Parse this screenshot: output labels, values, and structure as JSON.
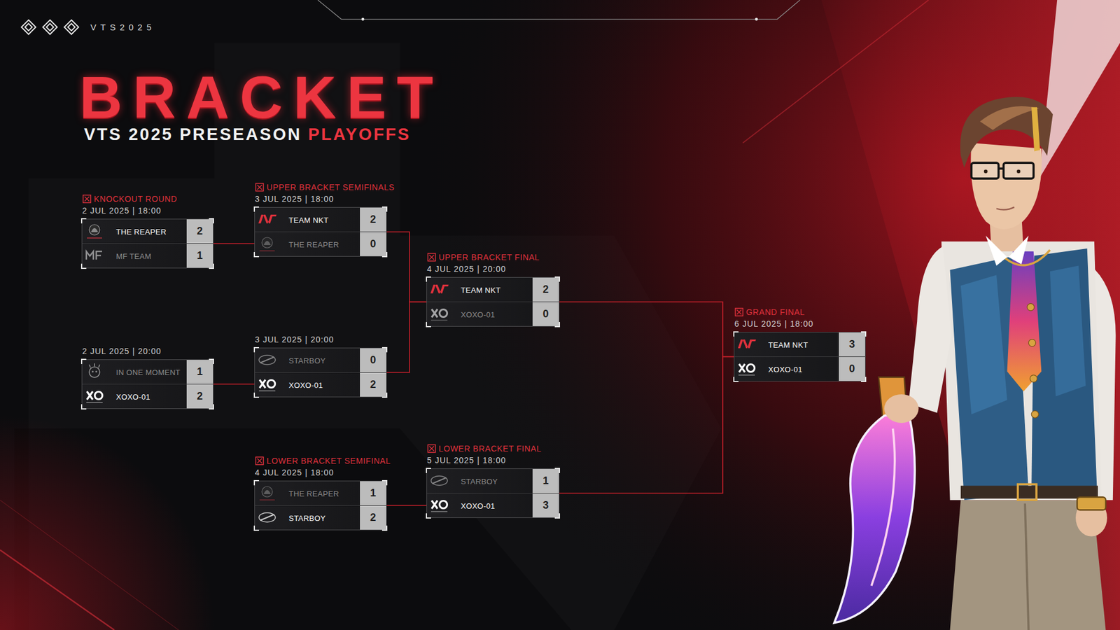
{
  "diagram": {
    "title": "BRACKET",
    "nodes": [
      {
        "text": [
          "KNOCKOUT ROUND",
          "2 JUL 2025 | 18:00"
        ]
      },
      {
        "text": [
          "THE REAPER",
          "2"
        ],
        "in": 0
      },
      {
        "text": [
          "MF TEAM",
          "1"
        ],
        "in": 0
      },
      {
        "text": [
          "2 JUL 2025 | 20:00"
        ]
      },
      {
        "text": [
          "IN ONE MOMENT",
          "1"
        ],
        "in": 3
      },
      {
        "text": [
          "XOXO-01",
          "2"
        ],
        "in": 3
      },
      {
        "text": [
          "UPPER BRACKET SEMIFINALS",
          "3 JUL 2025 | 18:00"
        ]
      },
      {
        "text": [
          "TEAM NKT",
          "2"
        ],
        "in": 6
      },
      {
        "text": [
          "THE REAPER",
          "0"
        ],
        "in": 6
      },
      {
        "text": [
          "3 JUL 2025 | 20:00"
        ]
      },
      {
        "text": [
          "STARBOY",
          "0"
        ],
        "in": 9
      },
      {
        "text": [
          "XOXO-01",
          "2"
        ],
        "in": 9
      },
      {
        "text": [
          "LOWER BRACKET SEMIFINAL",
          "4 JUL 2025 | 18:00"
        ]
      },
      {
        "text": [
          "THE REAPER",
          "1"
        ],
        "in": 12
      },
      {
        "text": [
          "STARBOY",
          "2"
        ],
        "in": 12
      },
      {
        "text": [
          "UPPER BRACKET FINAL",
          "4 JUL 2025 | 20:00"
        ]
      },
      {
        "text": [
          "TEAM NKT",
          "2"
        ],
        "in": 15
      },
      {
        "text": [
          "XOXO-01",
          "0"
        ],
        "in": 15
      },
      {
        "text": [
          "LOWER BRACKET FINAL",
          "5 JUL 2025 | 18:00"
        ]
      },
      {
        "text": [
          "STARBOY",
          "1"
        ],
        "in": 18
      },
      {
        "text": [
          "XOXO-01",
          "3"
        ],
        "in": 18
      },
      {
        "text": [
          "GRAND FINAL",
          "6 JUL 2025 | 18:00"
        ]
      },
      {
        "text": [
          "TEAM NKT",
          "3"
        ],
        "in": 21
      },
      {
        "text": [
          "XOXO-01",
          "0"
        ],
        "in": 21
      }
    ],
    "edges": [
      {
        "from": 0,
        "to": 6,
        "arrow": "none"
      },
      {
        "from": 3,
        "to": 9,
        "arrow": "none"
      },
      {
        "from": 6,
        "to": 15,
        "arrow": "none"
      },
      {
        "from": 9,
        "to": 15,
        "arrow": "none"
      },
      {
        "from": 12,
        "to": 18,
        "arrow": "none"
      },
      {
        "from": 15,
        "to": 21,
        "arrow": "none"
      },
      {
        "from": 18,
        "to": 21,
        "arrow": "none"
      }
    ],
    "labels": [
      "VTS2025",
      "VTS 2025 PRESEASON",
      "PLAYOFFS"
    ]
  }
}
